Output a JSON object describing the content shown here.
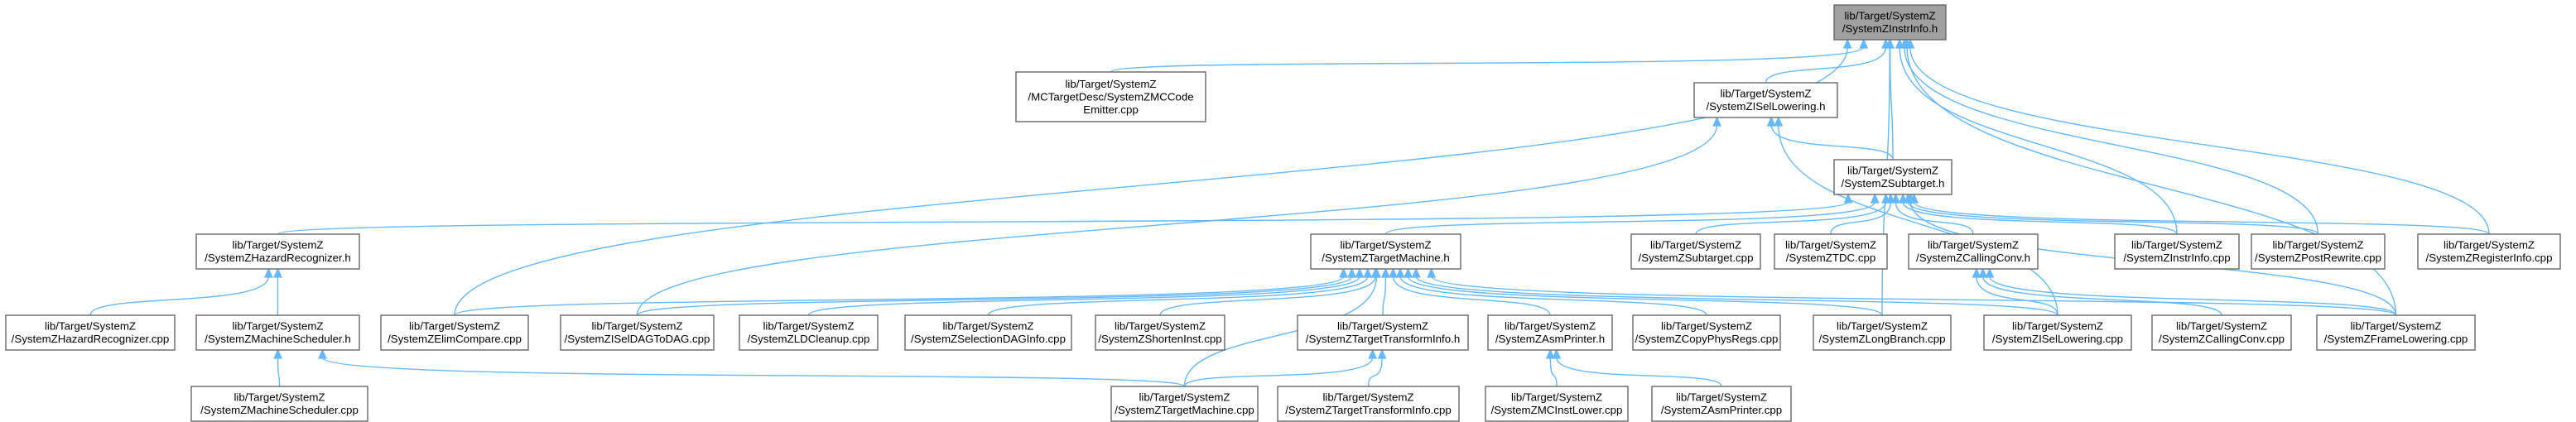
{
  "diagram": {
    "title": "",
    "nodes": [
      {
        "id": "n0",
        "lines": [
          "lib/Target/SystemZ",
          "/SystemZInstrInfo.h"
        ],
        "root": true
      },
      {
        "id": "n1",
        "lines": [
          "lib/Target/SystemZ",
          "/MCTargetDesc/SystemZMCCode",
          "Emitter.cpp"
        ]
      },
      {
        "id": "n2",
        "lines": [
          "lib/Target/SystemZ",
          "/SystemZISelLowering.h"
        ]
      },
      {
        "id": "n3",
        "lines": [
          "lib/Target/SystemZ",
          "/SystemZSubtarget.h"
        ]
      },
      {
        "id": "n4",
        "lines": [
          "lib/Target/SystemZ",
          "/SystemZHazardRecognizer.h"
        ]
      },
      {
        "id": "n5",
        "lines": [
          "lib/Target/SystemZ",
          "/SystemZTargetMachine.h"
        ]
      },
      {
        "id": "n6",
        "lines": [
          "lib/Target/SystemZ",
          "/SystemZSubtarget.cpp"
        ]
      },
      {
        "id": "n7",
        "lines": [
          "lib/Target/SystemZ",
          "/SystemZTDC.cpp"
        ]
      },
      {
        "id": "n8",
        "lines": [
          "lib/Target/SystemZ",
          "/SystemZCallingConv.h"
        ]
      },
      {
        "id": "n9",
        "lines": [
          "lib/Target/SystemZ",
          "/SystemZInstrInfo.cpp"
        ]
      },
      {
        "id": "n10",
        "lines": [
          "lib/Target/SystemZ",
          "/SystemZPostRewrite.cpp"
        ]
      },
      {
        "id": "n11",
        "lines": [
          "lib/Target/SystemZ",
          "/SystemZRegisterInfo.cpp"
        ]
      },
      {
        "id": "n12",
        "lines": [
          "lib/Target/SystemZ",
          "/SystemZHazardRecognizer.cpp"
        ]
      },
      {
        "id": "n13",
        "lines": [
          "lib/Target/SystemZ",
          "/SystemZMachineScheduler.h"
        ]
      },
      {
        "id": "n14",
        "lines": [
          "lib/Target/SystemZ",
          "/SystemZElimCompare.cpp"
        ]
      },
      {
        "id": "n15",
        "lines": [
          "lib/Target/SystemZ",
          "/SystemZISelDAGToDAG.cpp"
        ]
      },
      {
        "id": "n16",
        "lines": [
          "lib/Target/SystemZ",
          "/SystemZLDCleanup.cpp"
        ]
      },
      {
        "id": "n17",
        "lines": [
          "lib/Target/SystemZ",
          "/SystemZSelectionDAGInfo.cpp"
        ]
      },
      {
        "id": "n18",
        "lines": [
          "lib/Target/SystemZ",
          "/SystemZShortenInst.cpp"
        ]
      },
      {
        "id": "n19",
        "lines": [
          "lib/Target/SystemZ",
          "/SystemZTargetTransformInfo.h"
        ]
      },
      {
        "id": "n20",
        "lines": [
          "lib/Target/SystemZ",
          "/SystemZAsmPrinter.h"
        ]
      },
      {
        "id": "n21",
        "lines": [
          "lib/Target/SystemZ",
          "/SystemZCopyPhysRegs.cpp"
        ]
      },
      {
        "id": "n22",
        "lines": [
          "lib/Target/SystemZ",
          "/SystemZLongBranch.cpp"
        ]
      },
      {
        "id": "n23",
        "lines": [
          "lib/Target/SystemZ",
          "/SystemZISelLowering.cpp"
        ]
      },
      {
        "id": "n24",
        "lines": [
          "lib/Target/SystemZ",
          "/SystemZCallingConv.cpp"
        ]
      },
      {
        "id": "n25",
        "lines": [
          "lib/Target/SystemZ",
          "/SystemZFrameLowering.cpp"
        ]
      },
      {
        "id": "n26",
        "lines": [
          "lib/Target/SystemZ",
          "/SystemZMachineScheduler.cpp"
        ]
      },
      {
        "id": "n27",
        "lines": [
          "lib/Target/SystemZ",
          "/SystemZTargetMachine.cpp"
        ]
      },
      {
        "id": "n28",
        "lines": [
          "lib/Target/SystemZ",
          "/SystemZTargetTransformInfo.cpp"
        ]
      },
      {
        "id": "n29",
        "lines": [
          "lib/Target/SystemZ",
          "/SystemZMCInstLower.cpp"
        ]
      },
      {
        "id": "n30",
        "lines": [
          "lib/Target/SystemZ",
          "/SystemZAsmPrinter.cpp"
        ]
      }
    ],
    "edges": [
      [
        "n1",
        "n0"
      ],
      [
        "n2",
        "n0"
      ],
      [
        "n3",
        "n0"
      ],
      [
        "n14",
        "n0"
      ],
      [
        "n22",
        "n0"
      ],
      [
        "n9",
        "n0"
      ],
      [
        "n10",
        "n0"
      ],
      [
        "n11",
        "n0"
      ],
      [
        "n25",
        "n0"
      ],
      [
        "n3",
        "n2"
      ],
      [
        "n15",
        "n2"
      ],
      [
        "n23",
        "n2"
      ],
      [
        "n4",
        "n3"
      ],
      [
        "n5",
        "n3"
      ],
      [
        "n6",
        "n3"
      ],
      [
        "n7",
        "n3"
      ],
      [
        "n8",
        "n3"
      ],
      [
        "n9",
        "n3"
      ],
      [
        "n10",
        "n3"
      ],
      [
        "n11",
        "n3"
      ],
      [
        "n25",
        "n3"
      ],
      [
        "n12",
        "n4"
      ],
      [
        "n13",
        "n4"
      ],
      [
        "n14",
        "n5"
      ],
      [
        "n15",
        "n5"
      ],
      [
        "n16",
        "n5"
      ],
      [
        "n17",
        "n5"
      ],
      [
        "n18",
        "n5"
      ],
      [
        "n19",
        "n5"
      ],
      [
        "n20",
        "n5"
      ],
      [
        "n21",
        "n5"
      ],
      [
        "n22",
        "n5"
      ],
      [
        "n23",
        "n5"
      ],
      [
        "n25",
        "n5"
      ],
      [
        "n27",
        "n5"
      ],
      [
        "n23",
        "n8"
      ],
      [
        "n24",
        "n8"
      ],
      [
        "n25",
        "n8"
      ],
      [
        "n26",
        "n13"
      ],
      [
        "n27",
        "n13"
      ],
      [
        "n27",
        "n19"
      ],
      [
        "n28",
        "n19"
      ],
      [
        "n29",
        "n20"
      ],
      [
        "n30",
        "n20"
      ]
    ]
  }
}
